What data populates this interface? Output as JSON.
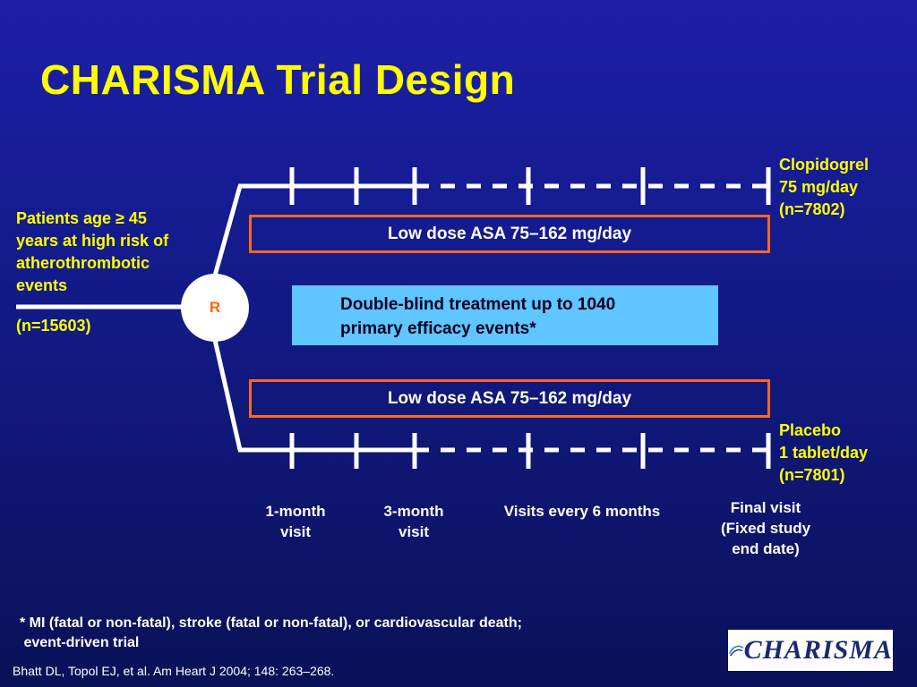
{
  "title": "CHARISMA Trial Design",
  "patients": {
    "lines": [
      "Patients age ≥ 45",
      "years at high risk of",
      "atherothrombotic",
      "events"
    ],
    "n": "(n=15603)"
  },
  "randomization_label": "R",
  "arms": {
    "top": {
      "lines": [
        "Clopidogrel",
        "75 mg/day",
        "(n=7802)"
      ]
    },
    "bottom": {
      "lines": [
        "Placebo",
        "1 tablet/day",
        "(n=7801)"
      ]
    }
  },
  "asa_label_top": "Low dose ASA 75–162 mg/day",
  "asa_label_bottom": "Low dose ASA 75–162 mg/day",
  "double_blind": {
    "lines": [
      "Double-blind treatment up to 1040",
      "primary efficacy events*"
    ]
  },
  "visits": {
    "v1": [
      "1-month",
      "visit"
    ],
    "v3": [
      "3-month",
      "visit"
    ],
    "v6": [
      "Visits every 6 months"
    ],
    "final": [
      "Final visit",
      "(Fixed study",
      "end date)"
    ]
  },
  "footnote": {
    "lines": [
      "* MI (fatal or non-fatal), stroke (fatal or non-fatal), or cardiovascular death;",
      " event-driven trial"
    ]
  },
  "citation": "Bhatt DL, Topol EJ, et al. Am Heart J 2004; 148: 263–268.",
  "logo_text": "CHARISMA",
  "colors": {
    "title": "#ffff00",
    "asa_border": "#ff6622",
    "double_blind_fill": "#5fc6ff",
    "r_letter": "#ff6600"
  }
}
